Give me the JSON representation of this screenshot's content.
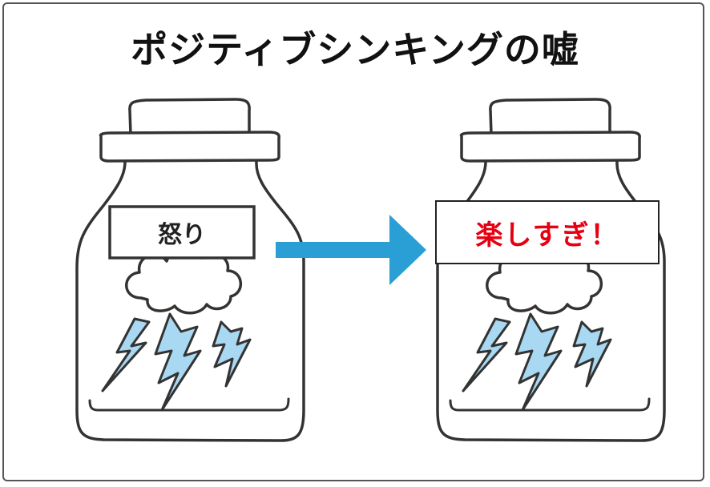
{
  "title": "ポジティブシンキングの嘘",
  "left_bottle": {
    "label": "怒り"
  },
  "right_bottle": {
    "label": "楽しすぎ！"
  },
  "colors": {
    "arrow": "#2a9fd6",
    "lightning": "#a9d8f2",
    "highlight_text": "#e60012",
    "outline": "#333333"
  },
  "icons": [
    "bottle-icon",
    "storm-cloud-icon",
    "lightning-icon",
    "right-arrow-icon"
  ]
}
